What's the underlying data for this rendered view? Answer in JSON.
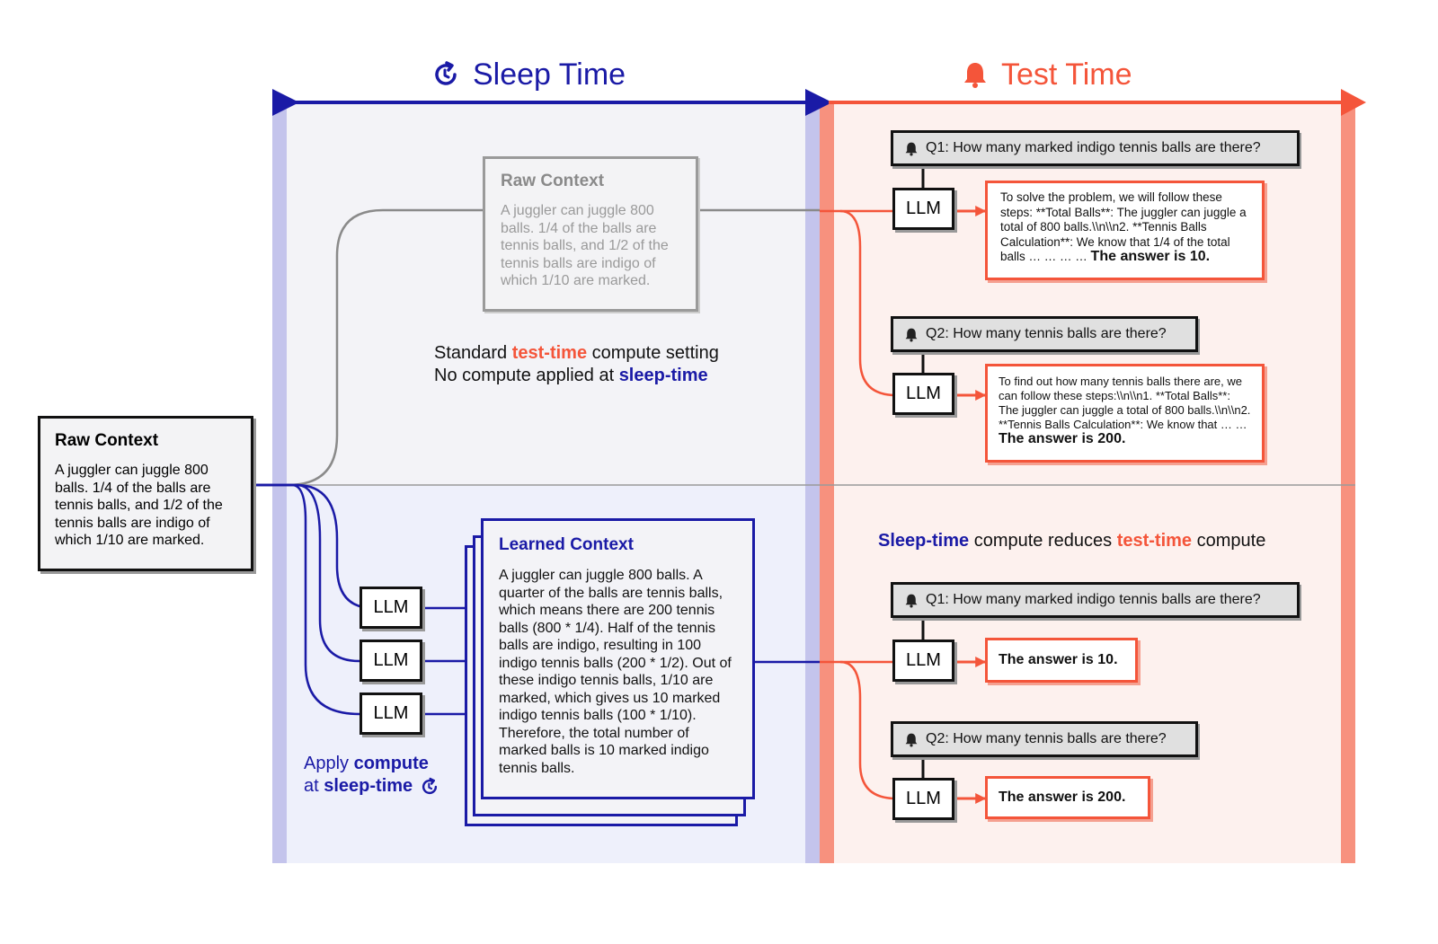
{
  "header": {
    "sleep_title": "Sleep Time",
    "test_title": "Test Time",
    "sleep_icon": "refresh-clock-icon",
    "test_icon": "bell-icon"
  },
  "colors": {
    "sleep": "#1a1aa6",
    "test": "#f4553a",
    "neutral": "#8a8a8a"
  },
  "raw_context": {
    "title": "Raw Context",
    "body": "A juggler can juggle 800 balls. 1/4 of the balls are tennis balls, and 1/2 of the tennis balls are indigo of which 1/10 are marked."
  },
  "raw_context_faded": {
    "title": "Raw Context",
    "body": "A juggler can juggle 800 balls. 1/4 of the balls are tennis balls, and 1/2 of the tennis balls are indigo of which 1/10 are marked."
  },
  "standard_caption": {
    "line1_pre": "Standard ",
    "line1_hl": "test-time",
    "line1_post": " compute setting",
    "line2_pre": "No compute applied at ",
    "line2_hl": "sleep-time"
  },
  "learned_context": {
    "title": "Learned Context",
    "body": "A juggler can juggle 800 balls. A quarter of the balls are tennis balls, which means there are 200 tennis balls (800 * 1/4). Half of the tennis balls are indigo, resulting in 100 indigo tennis balls (200 * 1/2). Out of these indigo tennis balls, 1/10 are marked, which gives us 10 marked indigo tennis balls (100 * 1/10). Therefore, the total number of marked balls is 10 marked indigo tennis balls."
  },
  "apply_caption": {
    "line1_pre": "Apply ",
    "line1_hl": "compute",
    "line2_pre": "at ",
    "line2_hl": "sleep-time"
  },
  "llm_label": "LLM",
  "reduce_caption": {
    "hl1": "Sleep-time",
    "mid": " compute reduces ",
    "hl2": "test-time",
    "post": " compute"
  },
  "top": {
    "q1": "Q1: How many marked indigo tennis balls are there?",
    "a1_text": "To solve the problem, we will follow these steps:  **Total Balls**: The juggler can juggle a total of 800 balls.\\\\n\\\\n2. **Tennis Balls Calculation**: We know that 1/4 of the total balls … … … …",
    "a1_bold": "The answer is 10.",
    "q2": "Q2: How many tennis balls are there?",
    "a2_text": "To find out how many tennis balls there are, we can follow these steps:\\\\n\\\\n1. **Total Balls**: The juggler can juggle a total of 800 balls.\\\\n\\\\n2. **Tennis Balls Calculation**: We know that … …",
    "a2_bold": "The answer is 200."
  },
  "bottom": {
    "q1": "Q1: How many marked indigo tennis balls are there?",
    "a1": "The answer is 10.",
    "q2": "Q2: How many tennis balls are there?",
    "a2": "The answer is 200."
  }
}
